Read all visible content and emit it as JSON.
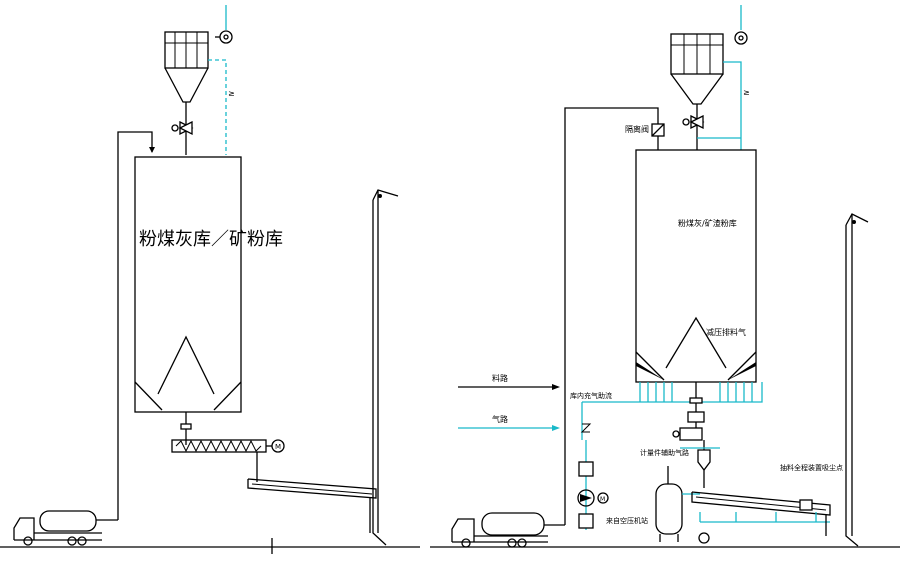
{
  "left_silo": {
    "label": "粉煤灰库／矿粉库"
  },
  "legend": {
    "material_path": "料路",
    "gas_path": "气路"
  },
  "right_silo": {
    "label": "粉煤灰/矿渣粉库",
    "butterfly_valve": "隔离阀",
    "pressure_relief": "减压排料气",
    "fluidizing": "库内充气助流",
    "metering": "计量件辅助气路",
    "air_source": "来自空压机站",
    "conveyor_label": "抽料全程装置吸尘点"
  },
  "colors": {
    "process_line": "#000000",
    "air_line": "#19b9c9"
  },
  "icons": [
    "dust-collector-icon",
    "fan-icon",
    "motor-icon",
    "truck-icon",
    "air-tank-icon",
    "valve-icon"
  ]
}
